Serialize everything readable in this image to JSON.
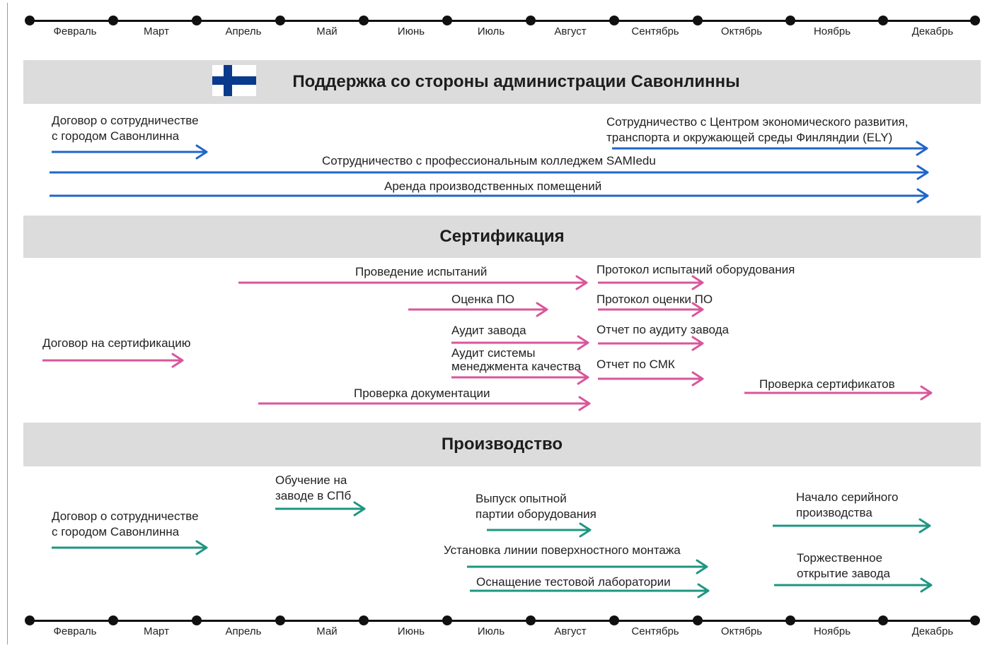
{
  "months": [
    "Февраль",
    "Март",
    "Апрель",
    "Май",
    "Июнь",
    "Июль",
    "Август",
    "Сентябрь",
    "Октябрь",
    "Ноябрь",
    "Декабрь"
  ],
  "colors": {
    "blue": "#1f66c9",
    "pink": "#d9569b",
    "teal": "#1e9681"
  },
  "sections": {
    "support": {
      "title": "Поддержка со стороны администрации Савонлинны",
      "items": {
        "city_agreement": [
          "Договор о сотрудничестве",
          "с городом Савонлинна"
        ],
        "ely": [
          "Сотрудничество с Центром экономического развития,",
          "транспорта и окружающей среды Финляндии (ELY)"
        ],
        "samiedu": "Сотрудничество с профессиональным колледжем SAMIedu",
        "lease": "Аренда производственных помещений"
      }
    },
    "certification": {
      "title": "Сертификация",
      "items": {
        "testing": "Проведение испытаний",
        "test_protocol": "Протокол испытаний оборудования",
        "sw_eval": "Оценка ПО",
        "sw_protocol": "Протокол оценки ПО",
        "plant_audit": "Аудит завода",
        "audit_report": "Отчет по аудиту завода",
        "cert_agreement": "Договор на сертификацию",
        "qms_audit": [
          "Аудит системы",
          "менеджмента качества"
        ],
        "qms_report": "Отчет по СМК",
        "cert_check": "Проверка сертификатов",
        "doc_check": "Проверка документации"
      }
    },
    "production": {
      "title": "Производство",
      "items": {
        "training": [
          "Обучение на",
          "заводе в СПб"
        ],
        "city_agreement": [
          "Договор о сотрудничестве",
          "с городом Савонлинна"
        ],
        "pilot": [
          "Выпуск опытной",
          "партии оборудования"
        ],
        "serial": [
          "Начало серийного",
          "производства"
        ],
        "smt": "Установка линии поверхностного монтажа",
        "opening": [
          "Торжественное",
          "открытие завода"
        ],
        "lab": "Оснащение тестовой лаборатории"
      }
    }
  }
}
